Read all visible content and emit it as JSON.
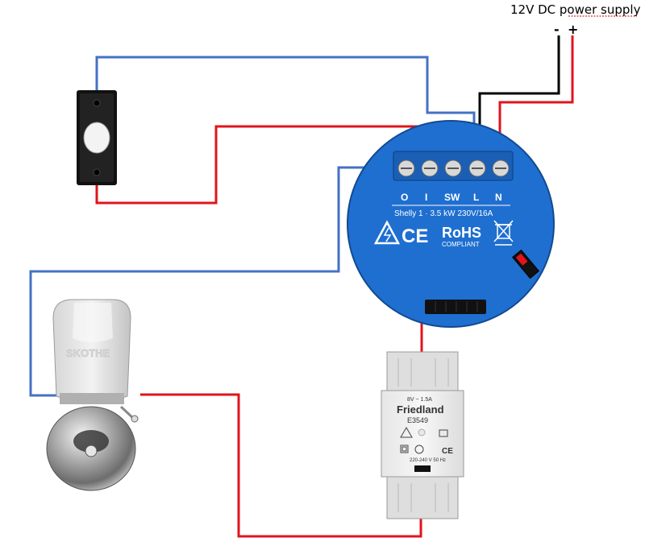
{
  "supply": {
    "label": "12V DC power supply",
    "minus": "-",
    "plus": "+"
  },
  "relay": {
    "terminals": [
      "O",
      "I",
      "SW",
      "L",
      "N"
    ],
    "spec": "Shelly 1 · 3.5 kW 230V/16A",
    "rohs": "RoHS",
    "compliant": "COMPLIANT",
    "ce": "CE"
  },
  "bell": {
    "brand": "SKOTHE"
  },
  "transformer": {
    "rating": "8V ~ 1.5A",
    "brand": "Friedland",
    "model": "E3549",
    "input": "220-240 V  50 Hz",
    "ce": "CE"
  },
  "colors": {
    "red_wire": "#e0141c",
    "blue_wire": "#4472c4",
    "black_wire": "#000000",
    "relay_blue": "#1f6fd0"
  }
}
